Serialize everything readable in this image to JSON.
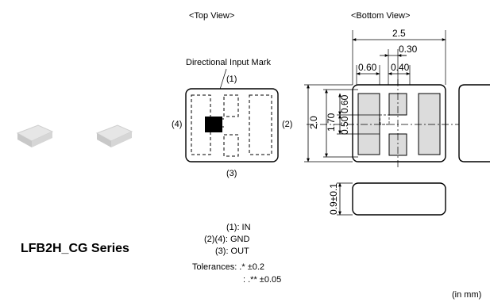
{
  "views": {
    "top": "<Top View>",
    "bottom": "<Bottom View>"
  },
  "product": {
    "series": "LFB2H_CG Series"
  },
  "labels": {
    "directional_mark": "Directional Input Mark",
    "pin1": "(1)",
    "pin2": "(2)",
    "pin3": "(3)",
    "pin4": "(4)"
  },
  "dimensions": {
    "width": "2.5",
    "d030": "0.30",
    "d060_top": "0.60",
    "d040": "0.40",
    "height": "2.0",
    "d170": "1.70",
    "d050": "0.50",
    "d060_side": "0.60",
    "thickness": "0.9±0.1"
  },
  "legend": {
    "pin1": "(1): IN",
    "pin24": "(2)(4): GND",
    "pin3": "(3): OUT",
    "tolerance1": "Tolerances: .* ±0.2",
    "tolerance2": ": .** ±0.05"
  },
  "unit_note": "(in mm)"
}
